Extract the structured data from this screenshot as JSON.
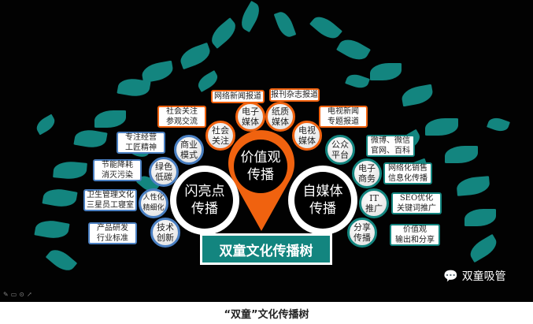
{
  "title": "双童文化传播树",
  "caption": "“双童”文化传播树",
  "watermark": "双童吸管",
  "hubs": {
    "center": "价值观\n传播",
    "left": "闪亮点\n传播",
    "right": "自媒体\n传播"
  },
  "circles": [
    "电子\n媒体",
    "纸质\n媒体",
    "社会\n关注",
    "电视\n媒体",
    "商业\n模式",
    "公众\n平台",
    "绿色\n低碳",
    "电子\n商务",
    "人性化\n精细化",
    "IT\n推广",
    "技术\n创新",
    "分享\n传播"
  ],
  "boxes": [
    "网络新闻报道",
    "报刊杂志报道",
    "社会关注\n参观交流",
    "电视新闻\n专题报道",
    "专注经营\n工匠精神",
    "微博、微信\n官网、百科",
    "节能降耗\n消灭污染",
    "网络化销售\n信息化传播",
    "卫生管理文化\n三星员工寝室",
    "SEO优化\n关键词推广",
    "产品研发\n行业标准",
    "价值观\n输出和分享"
  ],
  "colors": {
    "teal": "#13857f",
    "orange": "#f0620f",
    "blue": "#4a7fc1"
  }
}
